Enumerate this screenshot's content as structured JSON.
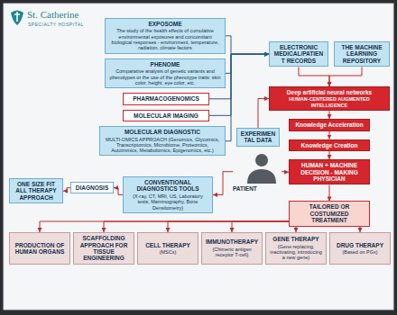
{
  "diagram": {
    "nodes": [
      {
        "text": [
          "EXPOSOME",
          "The study of the health effects of cumulative environmental exposures and concomitant biological responses - environment, temperature, radiation, climate factors"
        ]
      },
      {
        "text": [
          "PHENOME",
          "Comparative analysis of genetic variants and phenotypes or the use of the phenotype traits: skin color, height, eye color, etc."
        ]
      },
      {
        "text": [
          "PHARMACOGENOMICS"
        ]
      },
      {
        "text": [
          "MOLECULAR IMAGING"
        ]
      },
      {
        "text": [
          "MOLECULAR DIAGNOSTIC",
          "MULTI-OMICS APPROACH (Genomics, Glycomics, Transcriptomics, Microbiome, Proteomics, Autoimmics, Metabolomics, Epigenomics, etc.)"
        ]
      },
      {
        "text": [
          "ELECTRONIC MEDICAL/PATIENT RECORDS"
        ]
      },
      {
        "text": [
          "THE MACHINE LEARNING REPOSITORY"
        ]
      },
      {
        "text": [
          "Deep artificial neural networks",
          "HUMAN-CENTERED AUGMENTED INTELLIGENCE"
        ]
      },
      {
        "text": [
          "Knowledge Acceleration"
        ]
      },
      {
        "text": [
          "Knowledge Creation"
        ]
      },
      {
        "text": [
          "HUMAN + MACHINE DECISION - MAKING PHYSICIAN"
        ]
      },
      {
        "text": [
          "EXPERIMENTAL DATA"
        ]
      },
      {
        "text": [
          "PATIENT"
        ]
      },
      {
        "text": [
          "CONVENTIONAL DIAGNOSTICS TOOLS",
          "(X-ray, CT, MRI, US, Laboratory tests, Mammography, Bone Densitometry)"
        ]
      },
      {
        "text": [
          "DIAGNOSIS"
        ]
      },
      {
        "text": [
          "ONE SIZE FIT ALL THERAPY APPROACH"
        ]
      },
      {
        "text": [
          "TAILORED OR COSTUMIZED TREATMENT"
        ]
      },
      {
        "text": [
          "PRODUCTION OF HUMAN ORGANS"
        ]
      },
      {
        "text": [
          "SCAFFOLDING APPROACH FOR TISSUE ENGINEERING"
        ]
      },
      {
        "text": [
          "CELL THERAPY",
          "(MSCs)"
        ]
      },
      {
        "text": [
          "IMMUNOTHERAPY",
          "(Chimeric antigen receptor T-cell)"
        ]
      },
      {
        "text": [
          "GENE THERAPY",
          "(Gene replacing, inactivating, introducing a new gene)"
        ]
      },
      {
        "text": [
          "DRUG THERAPY",
          "(Based on PGx)"
        ]
      }
    ],
    "edges": [
      {
        "from": 0,
        "to": 5,
        "arrow": "to"
      },
      {
        "from": 1,
        "to": 5,
        "arrow": "to"
      },
      {
        "from": 2,
        "to": 5,
        "arrow": "to"
      },
      {
        "from": 3,
        "to": 5,
        "arrow": "to"
      },
      {
        "from": 4,
        "to": 5,
        "arrow": "to"
      },
      {
        "from": 5,
        "to": 7,
        "arrow": "to"
      },
      {
        "from": 6,
        "to": 7,
        "arrow": "to"
      },
      {
        "from": 11,
        "to": 7,
        "arrow": "to"
      },
      {
        "from": 7,
        "to": 8,
        "arrow": "to"
      },
      {
        "from": 8,
        "to": 9,
        "arrow": "to"
      },
      {
        "from": 9,
        "to": 10,
        "arrow": "to"
      },
      {
        "from": 12,
        "to": 10,
        "arrow": "to"
      },
      {
        "from": 10,
        "to": 16,
        "arrow": "to"
      },
      {
        "from": 12,
        "to": 13,
        "arrow": "to"
      },
      {
        "from": 13,
        "to": 14,
        "arrow": "to"
      },
      {
        "from": 14,
        "to": 15,
        "arrow": "to"
      },
      {
        "from": 16,
        "to": 17,
        "arrow": "to"
      },
      {
        "from": 16,
        "to": 18,
        "arrow": "to"
      },
      {
        "from": 16,
        "to": 19,
        "arrow": "to"
      },
      {
        "from": 16,
        "to": 20,
        "arrow": "to"
      },
      {
        "from": 16,
        "to": 21,
        "arrow": "to"
      },
      {
        "from": 16,
        "to": 22,
        "arrow": "to"
      }
    ],
    "labels": [
      "St. Catherine",
      "SPECIALTY HOSPITAL"
    ]
  }
}
